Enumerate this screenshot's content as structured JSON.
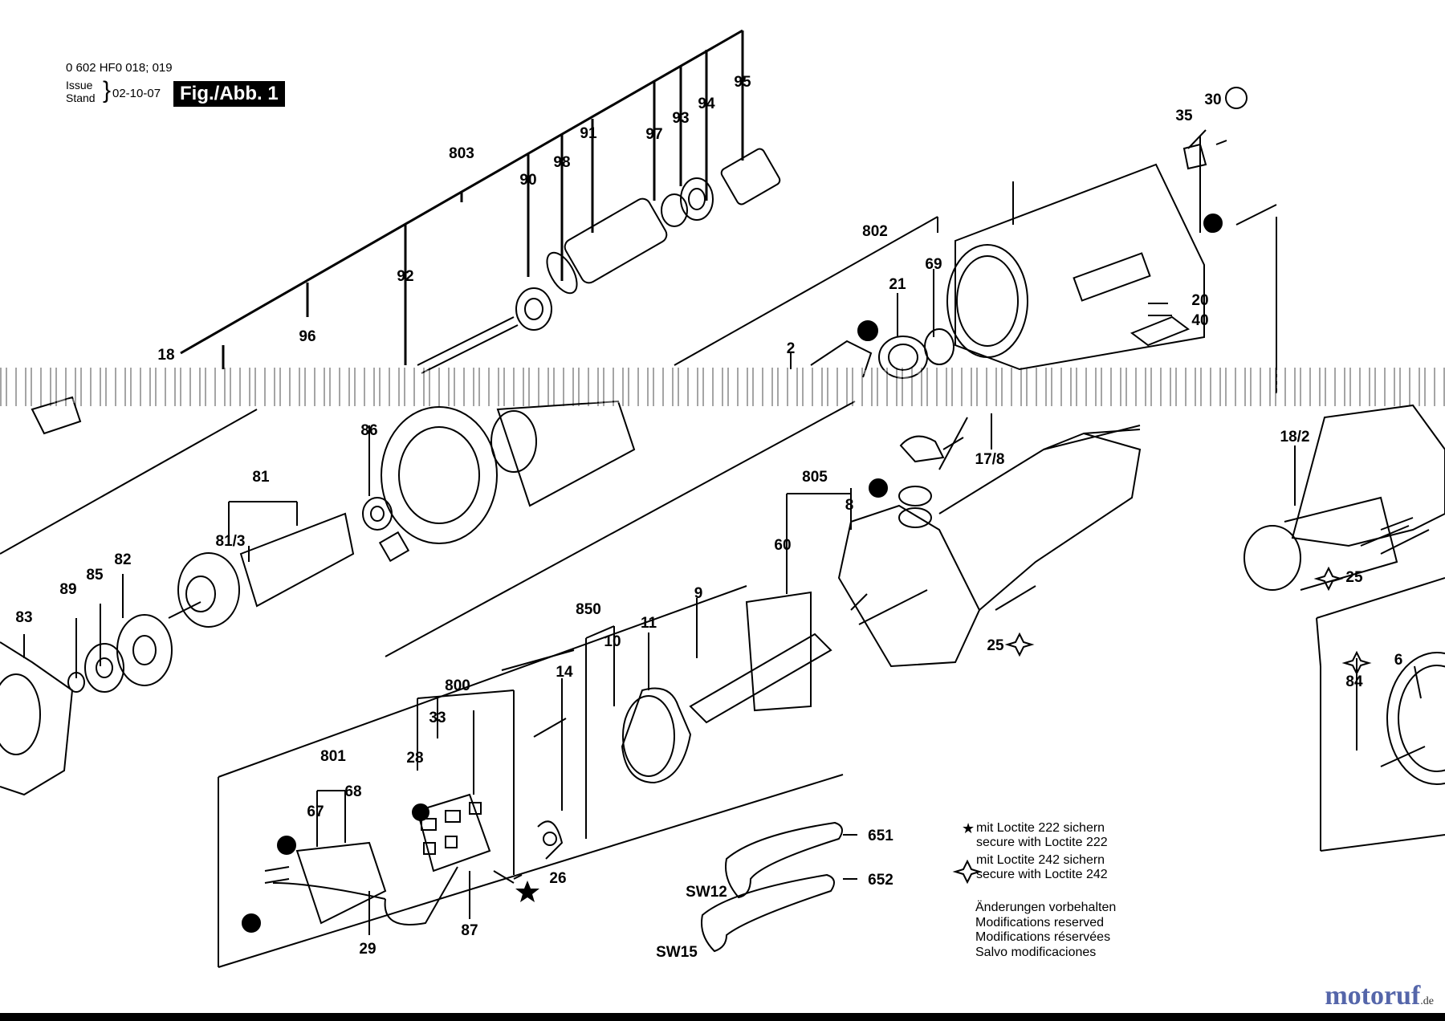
{
  "header": {
    "model": "0 602 HF0 018; 019",
    "issue_label": "Issue",
    "stand_label": "Stand",
    "date": "02-10-07",
    "figure": "Fig./Abb. 1"
  },
  "part_labels": [
    "95",
    "94",
    "93",
    "97",
    "91",
    "98",
    "90",
    "803",
    "92",
    "96",
    "18",
    "30",
    "35",
    "802",
    "69",
    "21",
    "20",
    "40",
    "2",
    "86",
    "81",
    "81/3",
    "82",
    "85",
    "89",
    "83",
    "17/8",
    "805",
    "8",
    "60",
    "18/2",
    "25",
    "25",
    "9",
    "850",
    "10",
    "11",
    "14",
    "800",
    "33",
    "28",
    "801",
    "68",
    "67",
    "26",
    "29",
    "87",
    "651",
    "652",
    "SW12",
    "SW15",
    "84",
    "6"
  ],
  "legend": {
    "loctite222_de": "mit Loctite 222 sichern",
    "loctite222_en": "secure with Loctite 222",
    "loctite242_de": "mit Loctite 242 sichern",
    "loctite242_en": "secure with Loctite 242"
  },
  "notes": [
    "Änderungen vorbehalten",
    "Modifications reserved",
    "Modifications réservées",
    "Salvo modificaciones"
  ],
  "watermark": {
    "name": "motoruf",
    "tld": ".de"
  }
}
